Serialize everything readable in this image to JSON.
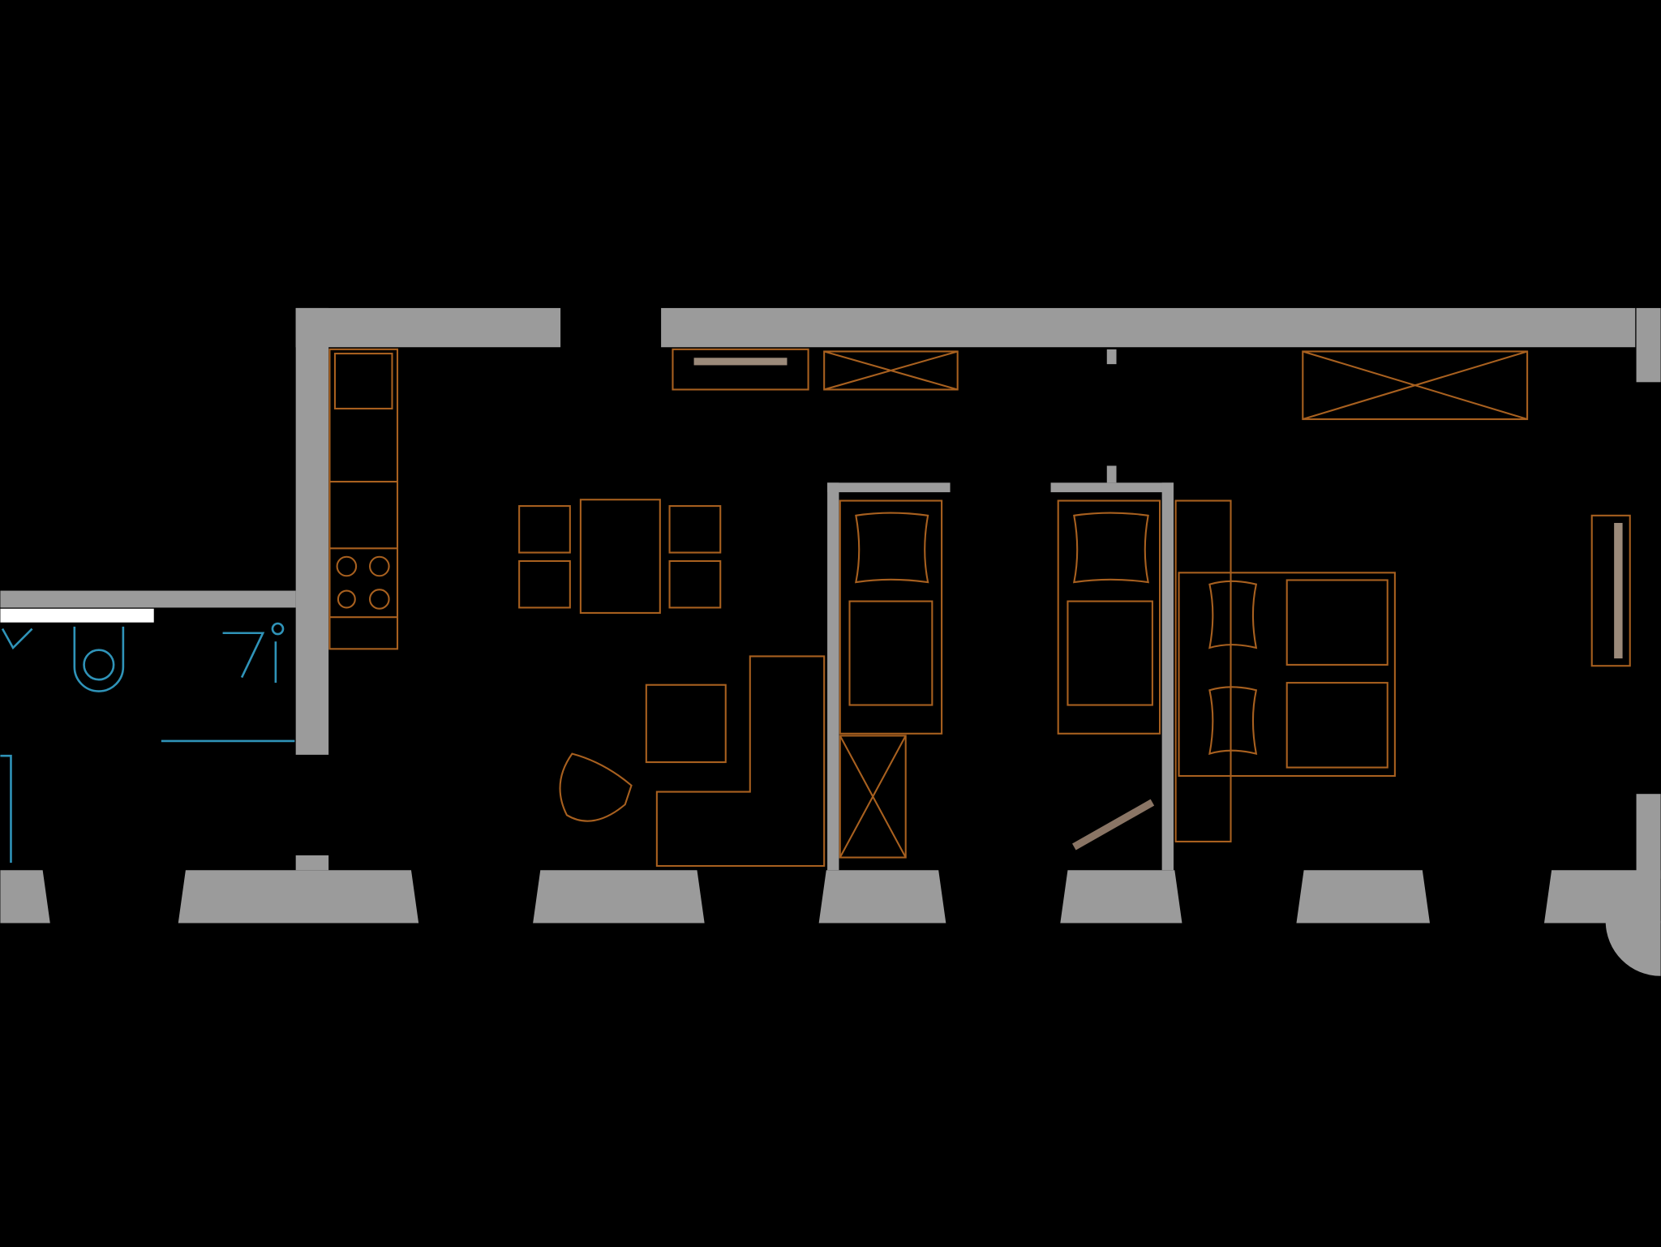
{
  "plan": {
    "type": "apartment floor plan",
    "colors": {
      "background": "#000000",
      "walls": "#9b9b9b",
      "furniture": "#a8601f",
      "sanitary": "#2f93b8",
      "window_highlight": "#ffffff"
    },
    "rooms": [
      "bathroom",
      "kitchen-living",
      "bedroom-1",
      "bedroom-2",
      "bedroom-3"
    ]
  }
}
